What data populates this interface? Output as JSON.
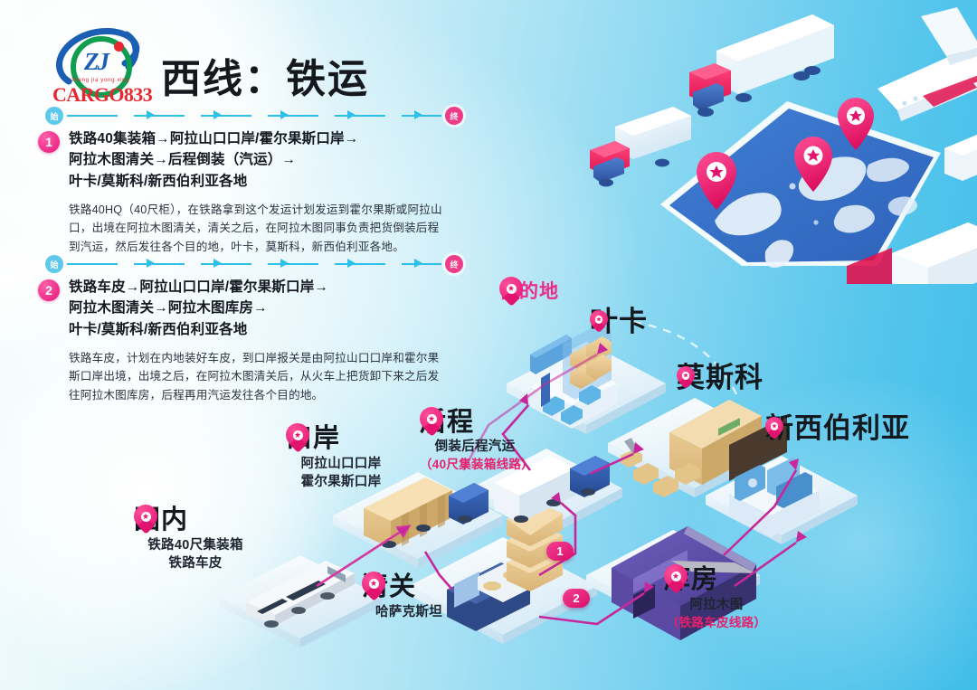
{
  "header": {
    "logo": {
      "monogram": "ZJ",
      "pinyin": "zheng jia yong xing",
      "wordmark": "CARGO833"
    },
    "title": "西线：铁运"
  },
  "routes_text": [
    {
      "index": "1",
      "bar": {
        "start_label": "始",
        "end_label": "终"
      },
      "headline": "铁路40集装箱→阿拉山口口岸/霍尔果斯口岸→\n阿拉木图清关→后程倒装（汽运）→\n叶卡/莫斯科/新西伯利亚各地",
      "paragraph": "铁路40HQ（40尺柜），在铁路拿到这个发运计划发运到霍尔果斯或阿拉山口，出境在阿拉木图清关，清关之后，在阿拉木图同事负责把货倒装后程到汽运，然后发往各个目的地，叶卡，莫斯科，新西伯利亚各地。"
    },
    {
      "index": "2",
      "bar": {
        "start_label": "始",
        "end_label": "终"
      },
      "headline": "铁路车皮→阿拉山口口岸/霍尔果斯口岸→\n阿拉木图清关→阿拉木图库房→\n叶卡/莫斯科/新西伯利亚各地",
      "paragraph": "铁路车皮，计划在内地装好车皮，到口岸报关是由阿拉山口口岸和霍尔果斯口岸出境，出境之后，在阿拉木图清关后，从火车上把货卸下来之后发往阿拉木图库房，后程再用汽运发往各个目的地。"
    }
  ],
  "diagram": {
    "nodes": [
      {
        "id": "domestic",
        "title": "国内",
        "subtitles": [
          "铁路40尺集装箱",
          "铁路车皮"
        ],
        "title_color": "#14181f"
      },
      {
        "id": "port",
        "title": "口岸",
        "subtitles": [
          "阿拉山口口岸",
          "霍尔果斯口岸"
        ],
        "title_color": "#14181f"
      },
      {
        "id": "customs",
        "title": "清关",
        "subtitles": [
          "哈萨克斯坦"
        ],
        "title_color": "#14181f"
      },
      {
        "id": "lastmile",
        "title": "后程",
        "subtitles": [
          "倒装后程汽运"
        ],
        "subtitle_red": "（40尺集装箱线路）",
        "title_color": "#14181f"
      },
      {
        "id": "warehouse",
        "title": "库房",
        "subtitles": [
          "阿拉木图"
        ],
        "subtitle_red": "（铁路车皮线路）",
        "title_color": "#14181f"
      },
      {
        "id": "destination",
        "title": "目的地",
        "subtitles": [],
        "title_color": "#ec2c86"
      },
      {
        "id": "yekaterinburg",
        "title": "叶卡",
        "subtitles": [],
        "title_color": "#14181f"
      },
      {
        "id": "moscow",
        "title": "莫斯科",
        "subtitles": [],
        "title_color": "#14181f"
      },
      {
        "id": "novosibirsk",
        "title": "新西伯利亚",
        "subtitles": [],
        "title_color": "#14181f"
      }
    ],
    "route_badges": [
      {
        "id": "badge-1",
        "label": "1"
      },
      {
        "id": "badge-2",
        "label": "2"
      }
    ]
  },
  "colors": {
    "accent_pink": "#e2136f",
    "accent_magenta": "#ec2c86",
    "rail_cyan": "#2ec0e8",
    "logo_green": "#0f9d4f",
    "logo_red": "#e8262f",
    "logo_blue": "#1a5fb4",
    "text_dark": "#14181f"
  }
}
